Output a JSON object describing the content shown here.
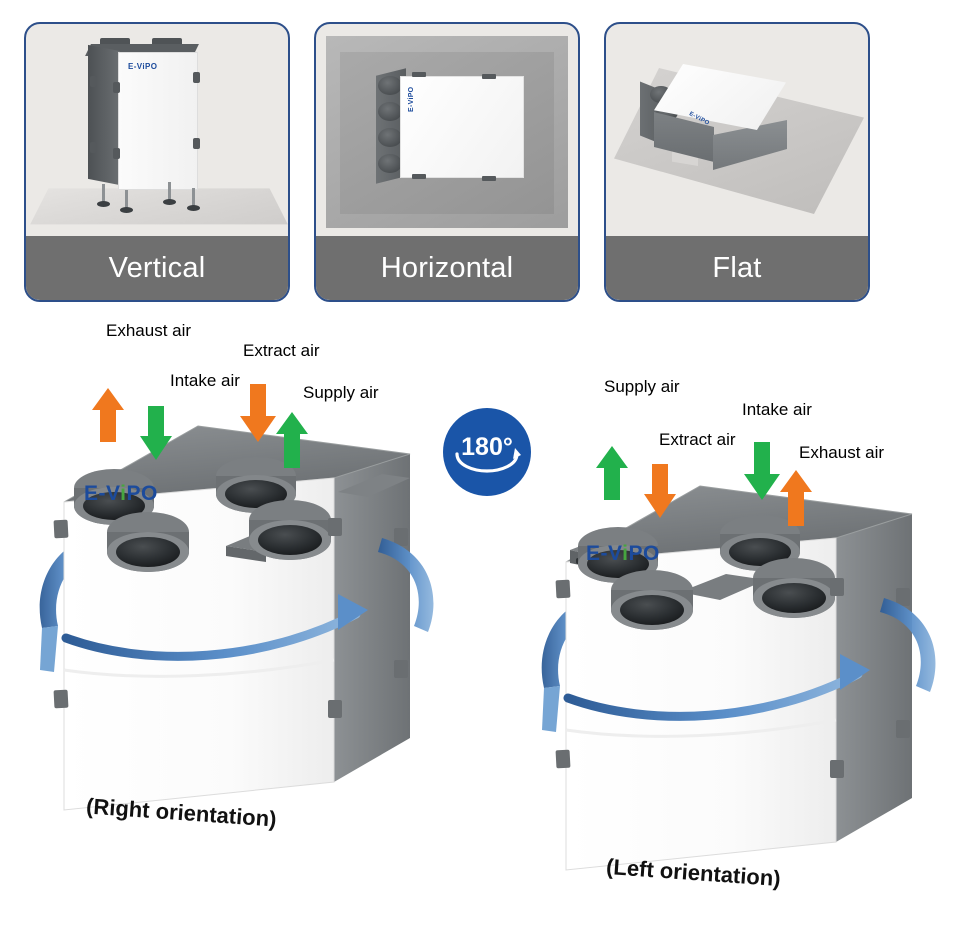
{
  "mounting_options": [
    {
      "label": "Vertical",
      "product_logo": "E-ViPO"
    },
    {
      "label": "Horizontal",
      "product_logo": "E-ViPO"
    },
    {
      "label": "Flat",
      "product_logo": "E-ViPO"
    }
  ],
  "rotation_badge": {
    "text": "180°",
    "icon": "rotate-arrow-icon",
    "color": "#1a55a8"
  },
  "units": {
    "left": {
      "caption": "(Right orientation)",
      "logo": "E-ViPO",
      "ports": [
        {
          "label": "Exhaust air",
          "direction": "up",
          "color": "#f0781e"
        },
        {
          "label": "Intake air",
          "direction": "down",
          "color": "#22b14c"
        },
        {
          "label": "Extract air",
          "direction": "down",
          "color": "#f0781e"
        },
        {
          "label": "Supply air",
          "direction": "up",
          "color": "#22b14c"
        }
      ]
    },
    "right": {
      "caption": "(Left orientation)",
      "logo": "E-ViPO",
      "ports": [
        {
          "label": "Supply air",
          "direction": "up",
          "color": "#22b14c"
        },
        {
          "label": "Extract air",
          "direction": "down",
          "color": "#f0781e"
        },
        {
          "label": "Intake air",
          "direction": "down",
          "color": "#22b14c"
        },
        {
          "label": "Exhaust air",
          "direction": "up",
          "color": "#f0781e"
        }
      ]
    }
  },
  "colors": {
    "card_border": "#2d4f8a",
    "card_label_bar": "#6f6f6f",
    "arrow_orange": "#f0781e",
    "arrow_green": "#22b14c",
    "airflow_blue": "#5b8fc9",
    "brand_blue": "#1c4b9c",
    "background": "#ffffff"
  }
}
